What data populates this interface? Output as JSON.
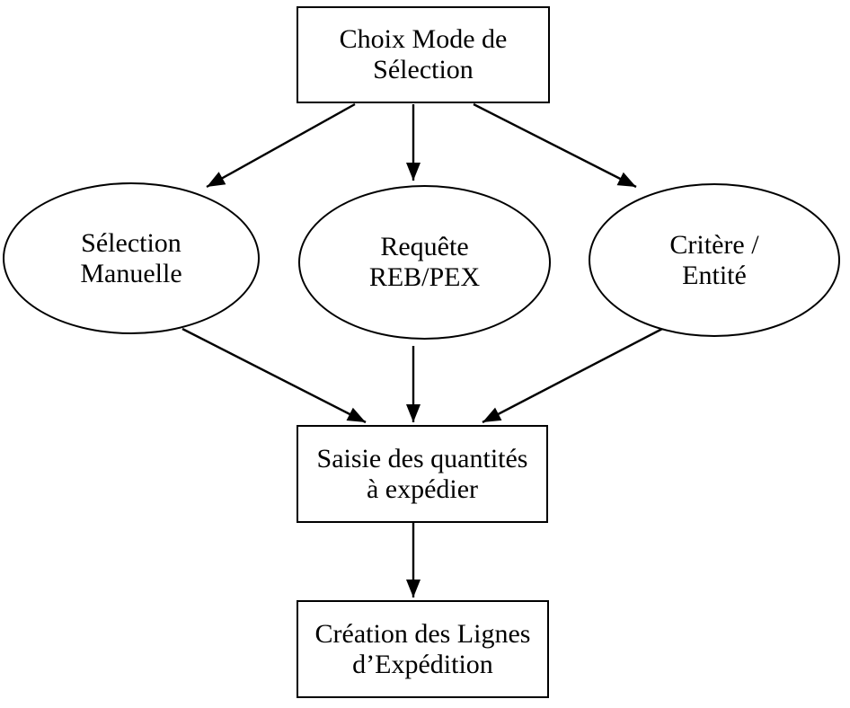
{
  "styles": {
    "background": "#ffffff",
    "stroke": "#000000",
    "text_color": "#000000"
  },
  "diagram": {
    "type": "flowchart",
    "nodes": {
      "choix_mode": {
        "shape": "rectangle",
        "label": "Choix Mode de Sélection",
        "lines": [
          "Choix Mode de",
          "Sélection"
        ]
      },
      "selection_manuelle": {
        "shape": "ellipse",
        "label": "Sélection Manuelle",
        "lines": [
          "Sélection",
          "Manuelle"
        ]
      },
      "requete_reb_pex": {
        "shape": "ellipse",
        "label": "Requête REB/PEX",
        "lines": [
          "Requête",
          "REB/PEX"
        ]
      },
      "critere_entite": {
        "shape": "ellipse",
        "label": "Critère / Entité",
        "lines": [
          "Critère /",
          "Entité"
        ]
      },
      "saisie_quantites": {
        "shape": "rectangle",
        "label": "Saisie des quantités à expédier",
        "lines": [
          "Saisie des quantités",
          "à expédier"
        ]
      },
      "creation_lignes": {
        "shape": "rectangle",
        "label": "Création des Lignes d’Expédition",
        "lines": [
          "Création des Lignes",
          "d’Expédition"
        ]
      }
    },
    "edges": [
      {
        "from": "choix_mode",
        "to": "selection_manuelle"
      },
      {
        "from": "choix_mode",
        "to": "requete_reb_pex"
      },
      {
        "from": "choix_mode",
        "to": "critere_entite"
      },
      {
        "from": "selection_manuelle",
        "to": "saisie_quantites"
      },
      {
        "from": "requete_reb_pex",
        "to": "saisie_quantites"
      },
      {
        "from": "critere_entite",
        "to": "saisie_quantites"
      },
      {
        "from": "saisie_quantites",
        "to": "creation_lignes"
      }
    ]
  }
}
